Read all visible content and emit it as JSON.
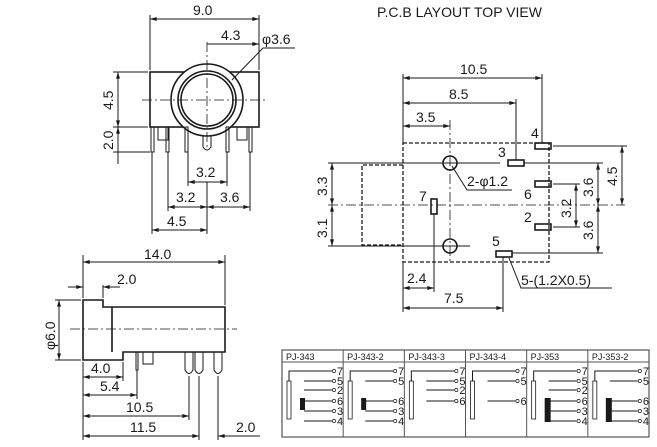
{
  "title": "P.C.B LAYOUT    TOP VIEW",
  "front_view": {
    "dims": {
      "width": "9.0",
      "center_offset": "4.3",
      "hole_dia": "φ3.6",
      "height_body": "4.5",
      "pin_length": "2.0",
      "pin_pitch_center": "3.2",
      "pin_left": "3.2",
      "pin_right": "3.6",
      "pin_outer": "4.5"
    }
  },
  "pcb_view": {
    "dims": {
      "overall": "10.5",
      "pin3": "8.5",
      "holes": "3.5",
      "upper_left": "3.3",
      "lower_left": "3.1",
      "upper_right": "3.6",
      "right_total": "4.5",
      "mid_right": "3.2",
      "lower_right": "3.6",
      "pin7": "2.4",
      "pin5": "7.5"
    },
    "hole_note": "2-φ1.2",
    "pad_note": "5-(1.2X0.5)",
    "pins": [
      "4",
      "3",
      "6",
      "2",
      "5",
      "7"
    ]
  },
  "side_view": {
    "dims": {
      "length": "14.0",
      "flange": "2.0",
      "dia": "φ6.0",
      "front": "4.0",
      "pin_a": "5.4",
      "pin_b": "10.5",
      "pin_c": "11.5",
      "pin_d": "2.0"
    }
  },
  "table": {
    "models": [
      {
        "name": "PJ-343",
        "pins": [
          "7",
          "5",
          "2",
          "6",
          "3",
          "4"
        ]
      },
      {
        "name": "PJ-343-2",
        "pins": [
          "7",
          "5",
          "6",
          "3",
          "4"
        ]
      },
      {
        "name": "PJ-343-3",
        "pins": [
          "7",
          "5",
          "2",
          "6"
        ]
      },
      {
        "name": "PJ-343-4",
        "pins": [
          "7",
          "5",
          "6"
        ]
      },
      {
        "name": "PJ-353",
        "pins": [
          "7",
          "5",
          "2",
          "6",
          "3",
          "4"
        ]
      },
      {
        "name": "PJ-353-2",
        "pins": [
          "7",
          "5",
          "6",
          "3",
          "4"
        ]
      }
    ]
  }
}
